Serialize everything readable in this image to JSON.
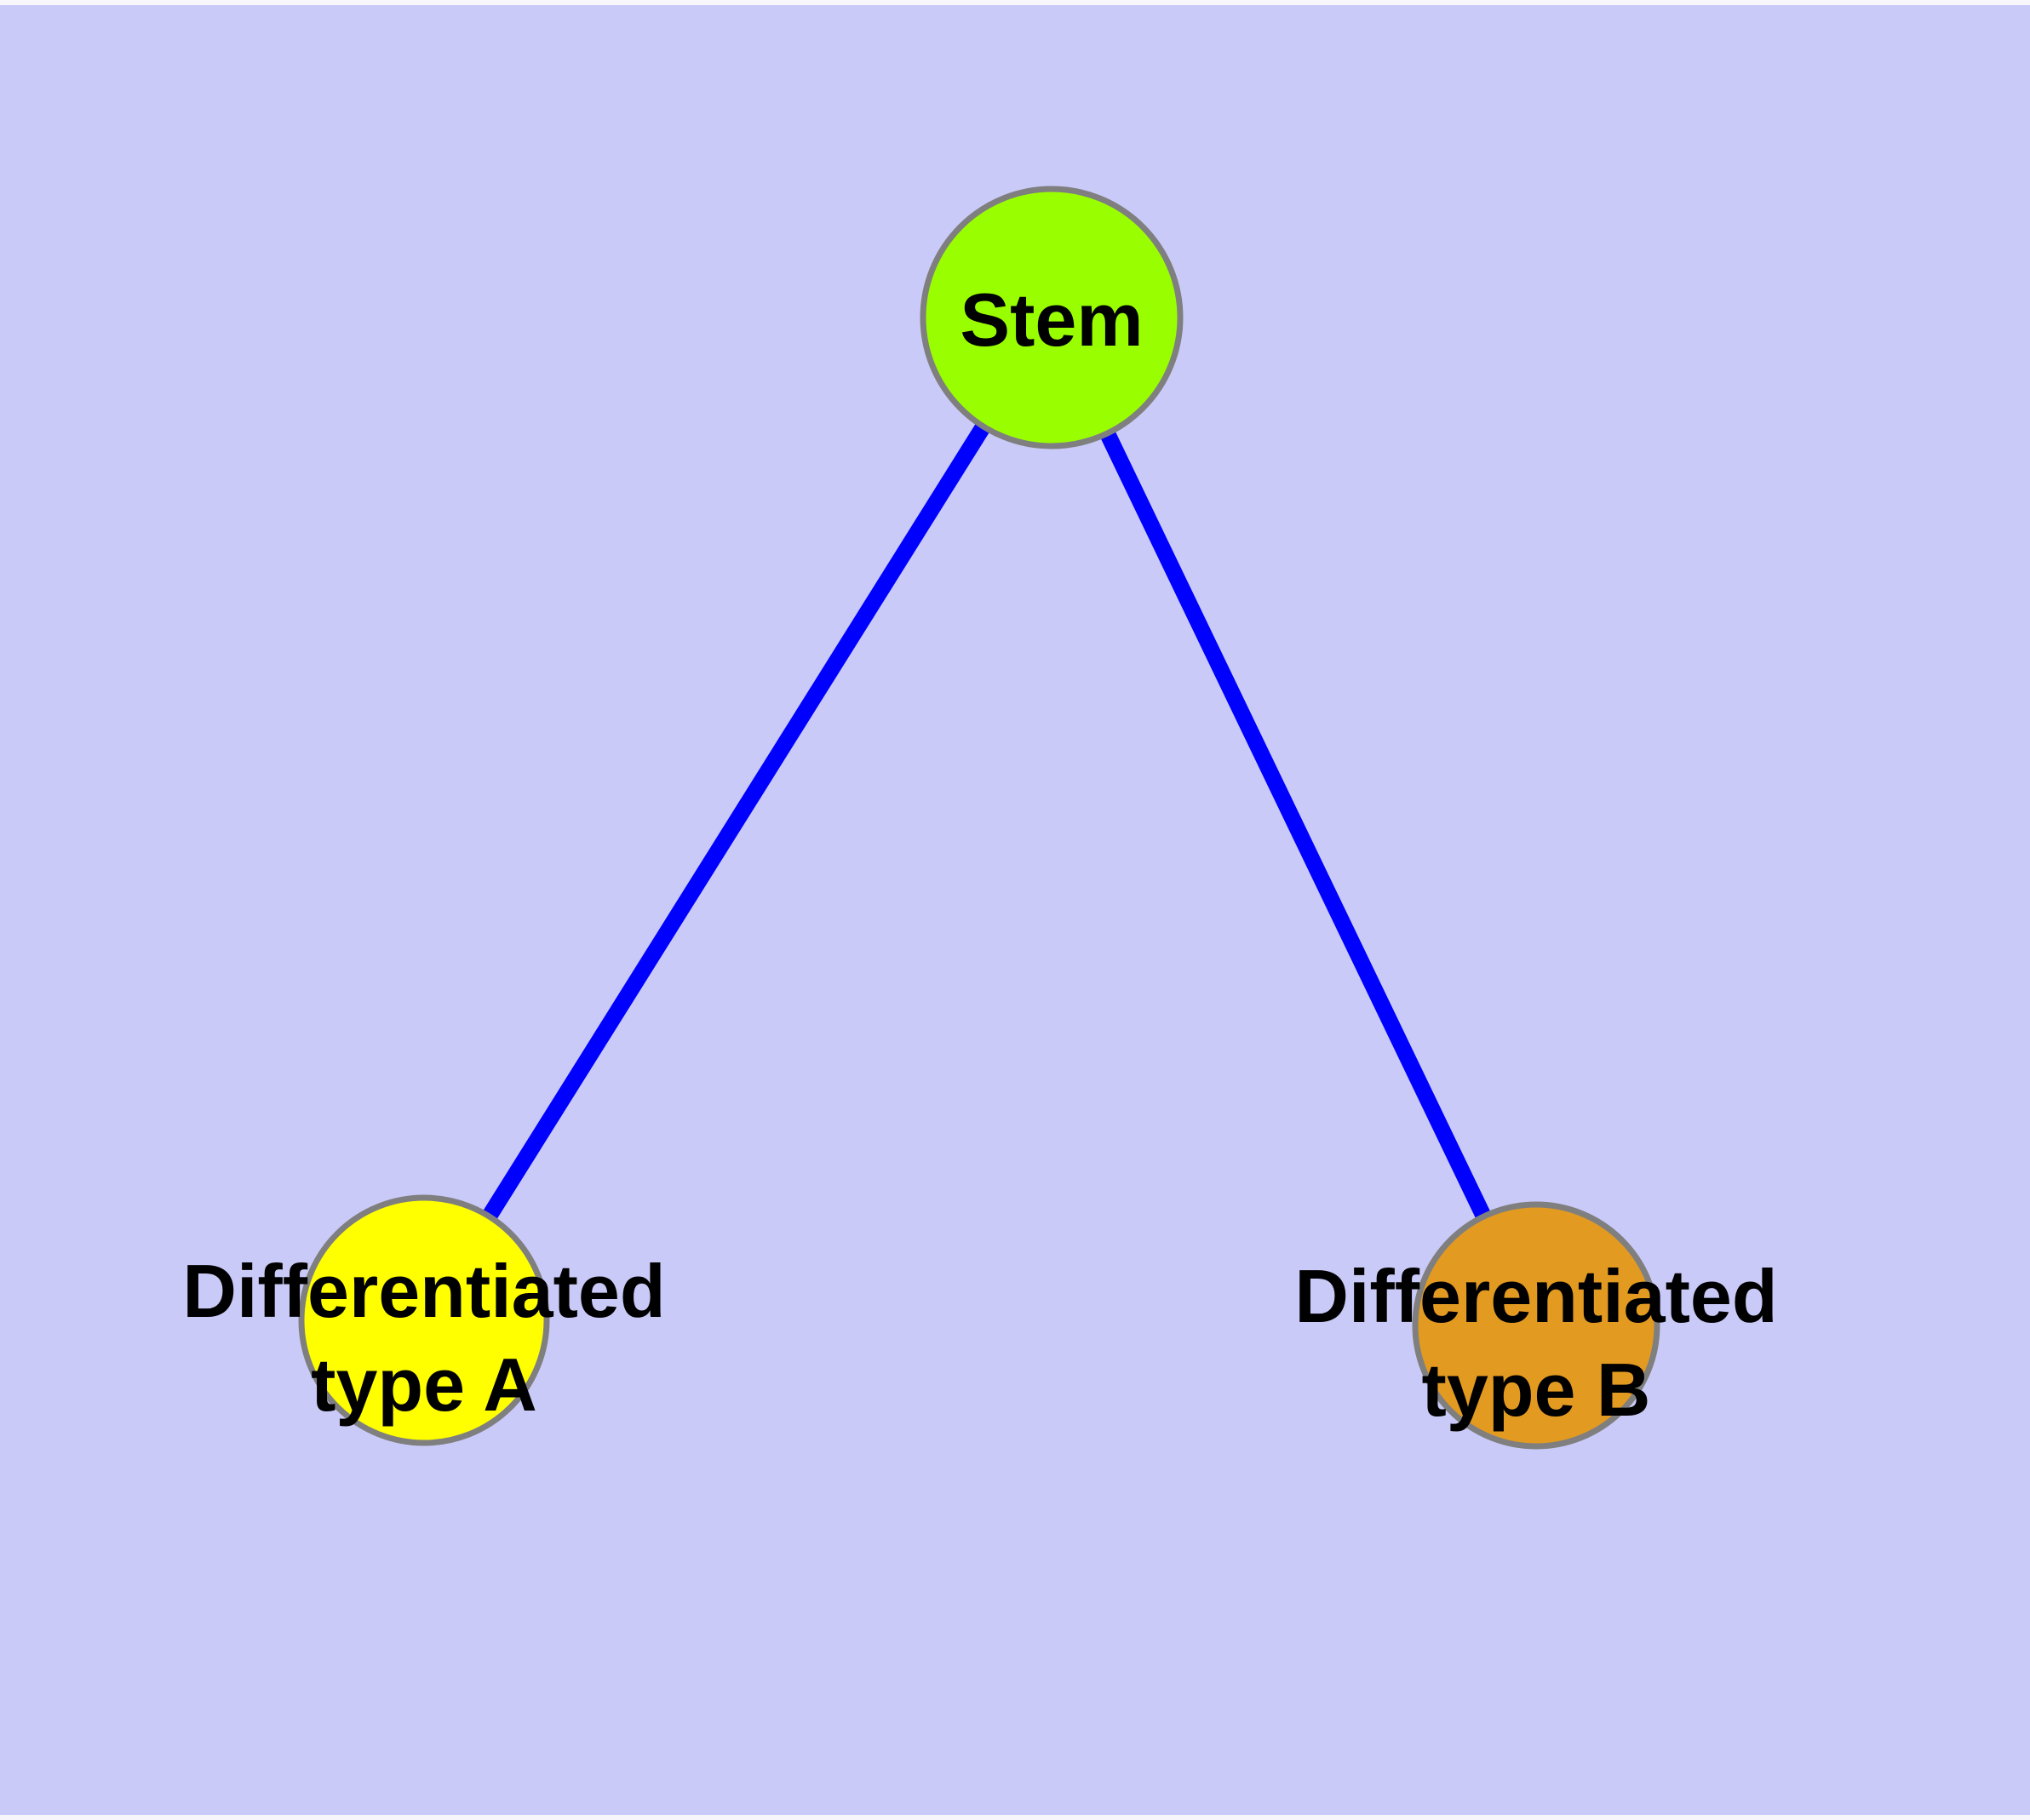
{
  "colors": {
    "background": "#cacaf8",
    "frame_edge": "#f6f6fb",
    "edge": "#0000ff",
    "node_border": "#7f7f7f",
    "label_text": "#000000",
    "stem_fill": "#99ff00",
    "type_a_fill": "#ffff00",
    "type_b_fill": "#e39a21"
  },
  "nodes": {
    "stem": {
      "label": "Stem",
      "fill": "#99ff00"
    },
    "type_a": {
      "label_line1": "Differentiated",
      "label_line2": "type A",
      "fill": "#ffff00"
    },
    "type_b": {
      "label_line1": "Differentiated",
      "label_line2": "type B",
      "fill": "#e39a21"
    }
  },
  "edges": [
    {
      "from": "Stem",
      "to": "Differentiated type A"
    },
    {
      "from": "Stem",
      "to": "Differentiated type B"
    }
  ]
}
